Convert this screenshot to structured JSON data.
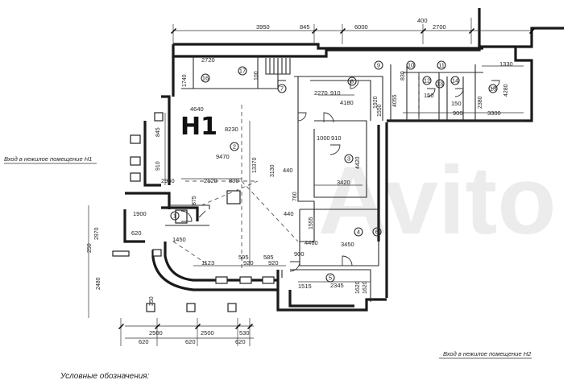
{
  "plan": {
    "unit_label": "Н1",
    "watermark": "Avito",
    "entrance_h1": "Вход в нежилое помещение Н1",
    "entrance_h2": "Вход в нежилое помещение Н2",
    "legend_title": "Условные обозначения:",
    "top_dims": [
      "3950",
      "845",
      "6000",
      "400",
      "2700"
    ],
    "bottom_dims": [
      "2500",
      "2500",
      "530",
      "620",
      "620",
      "620"
    ],
    "left_dims": [
      "2970",
      "250",
      "2480",
      "350",
      "620"
    ],
    "room_dims": [
      "2720",
      "4640",
      "8230",
      "9470",
      "2950",
      "2120",
      "830",
      "13370",
      "3130",
      "440",
      "440",
      "1900",
      "1450",
      "1123",
      "595",
      "920",
      "585",
      "920",
      "1515",
      "2345",
      "1620",
      "3450",
      "1555",
      "3420",
      "4420",
      "1000",
      "910",
      "2270",
      "4180",
      "910",
      "1920",
      "1550",
      "4055",
      "830",
      "150",
      "150",
      "900",
      "3300",
      "1330",
      "4280",
      "2380",
      "4460",
      "760",
      "900",
      "845",
      "910",
      "875",
      "100",
      "1740",
      "1620"
    ],
    "room_numbers": [
      "1",
      "2",
      "3",
      "4",
      "5",
      "6",
      "7",
      "8",
      "9",
      "10",
      "11",
      "12",
      "13",
      "14",
      "15",
      "16",
      "17"
    ]
  }
}
